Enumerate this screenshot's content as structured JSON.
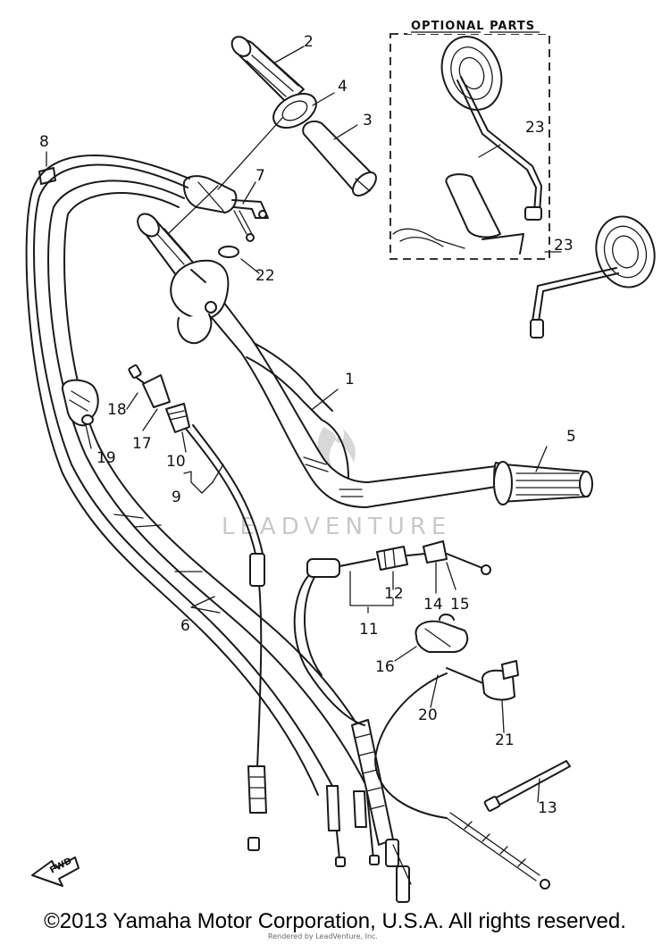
{
  "optional_parts_title": "OPTIONAL PARTS",
  "watermark": "LEADVENTURE",
  "fwd_label": "FWD",
  "callouts": {
    "c1": "1",
    "c2": "2",
    "c3": "3",
    "c4": "4",
    "c5": "5",
    "c6": "6",
    "c7": "7",
    "c8": "8",
    "c9": "9",
    "c10": "10",
    "c11": "11",
    "c12": "12",
    "c13": "13",
    "c14": "14",
    "c15": "15",
    "c16": "16",
    "c17": "17",
    "c18": "18",
    "c19": "19",
    "c20": "20",
    "c21": "21",
    "c22": "22",
    "c23a": "23",
    "c23b": "23"
  },
  "copyright": "©2013 Yamaha Motor Corporation, U.S.A. All rights reserved.",
  "rendered_by": "Rendered by LeadVenture, Inc."
}
